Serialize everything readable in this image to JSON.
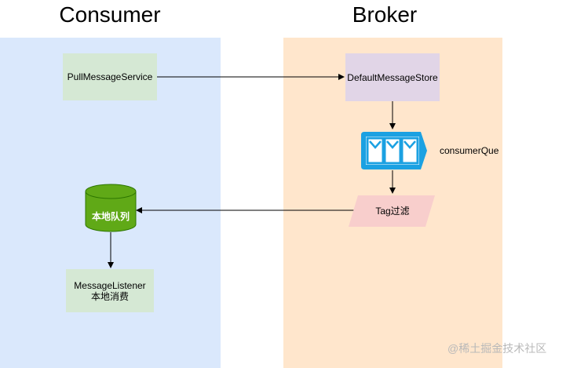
{
  "titles": {
    "consumer": "Consumer",
    "broker": "Broker"
  },
  "colors": {
    "consumer_panel": "#dae8fc",
    "broker_panel": "#ffe6cc",
    "green_box": "#d5e8d4",
    "purple_box": "#e1d5e7",
    "pink_box": "#f8cecc",
    "queue_blue": "#1ba1e2",
    "cylinder_green": "#4d9900"
  },
  "nodes": {
    "pull_service": "PullMessageService",
    "message_store": "DefaultMessageStore",
    "consumer_queue": "consumerQue",
    "tag_filter": "Tag过滤",
    "local_queue": "本地队列",
    "listener_line1": "MessageListener",
    "listener_line2": "本地消费"
  },
  "icons": {
    "queue": "message-queue-icon",
    "cylinder": "database-cylinder-icon"
  },
  "watermark": "@稀土掘金技术社区"
}
